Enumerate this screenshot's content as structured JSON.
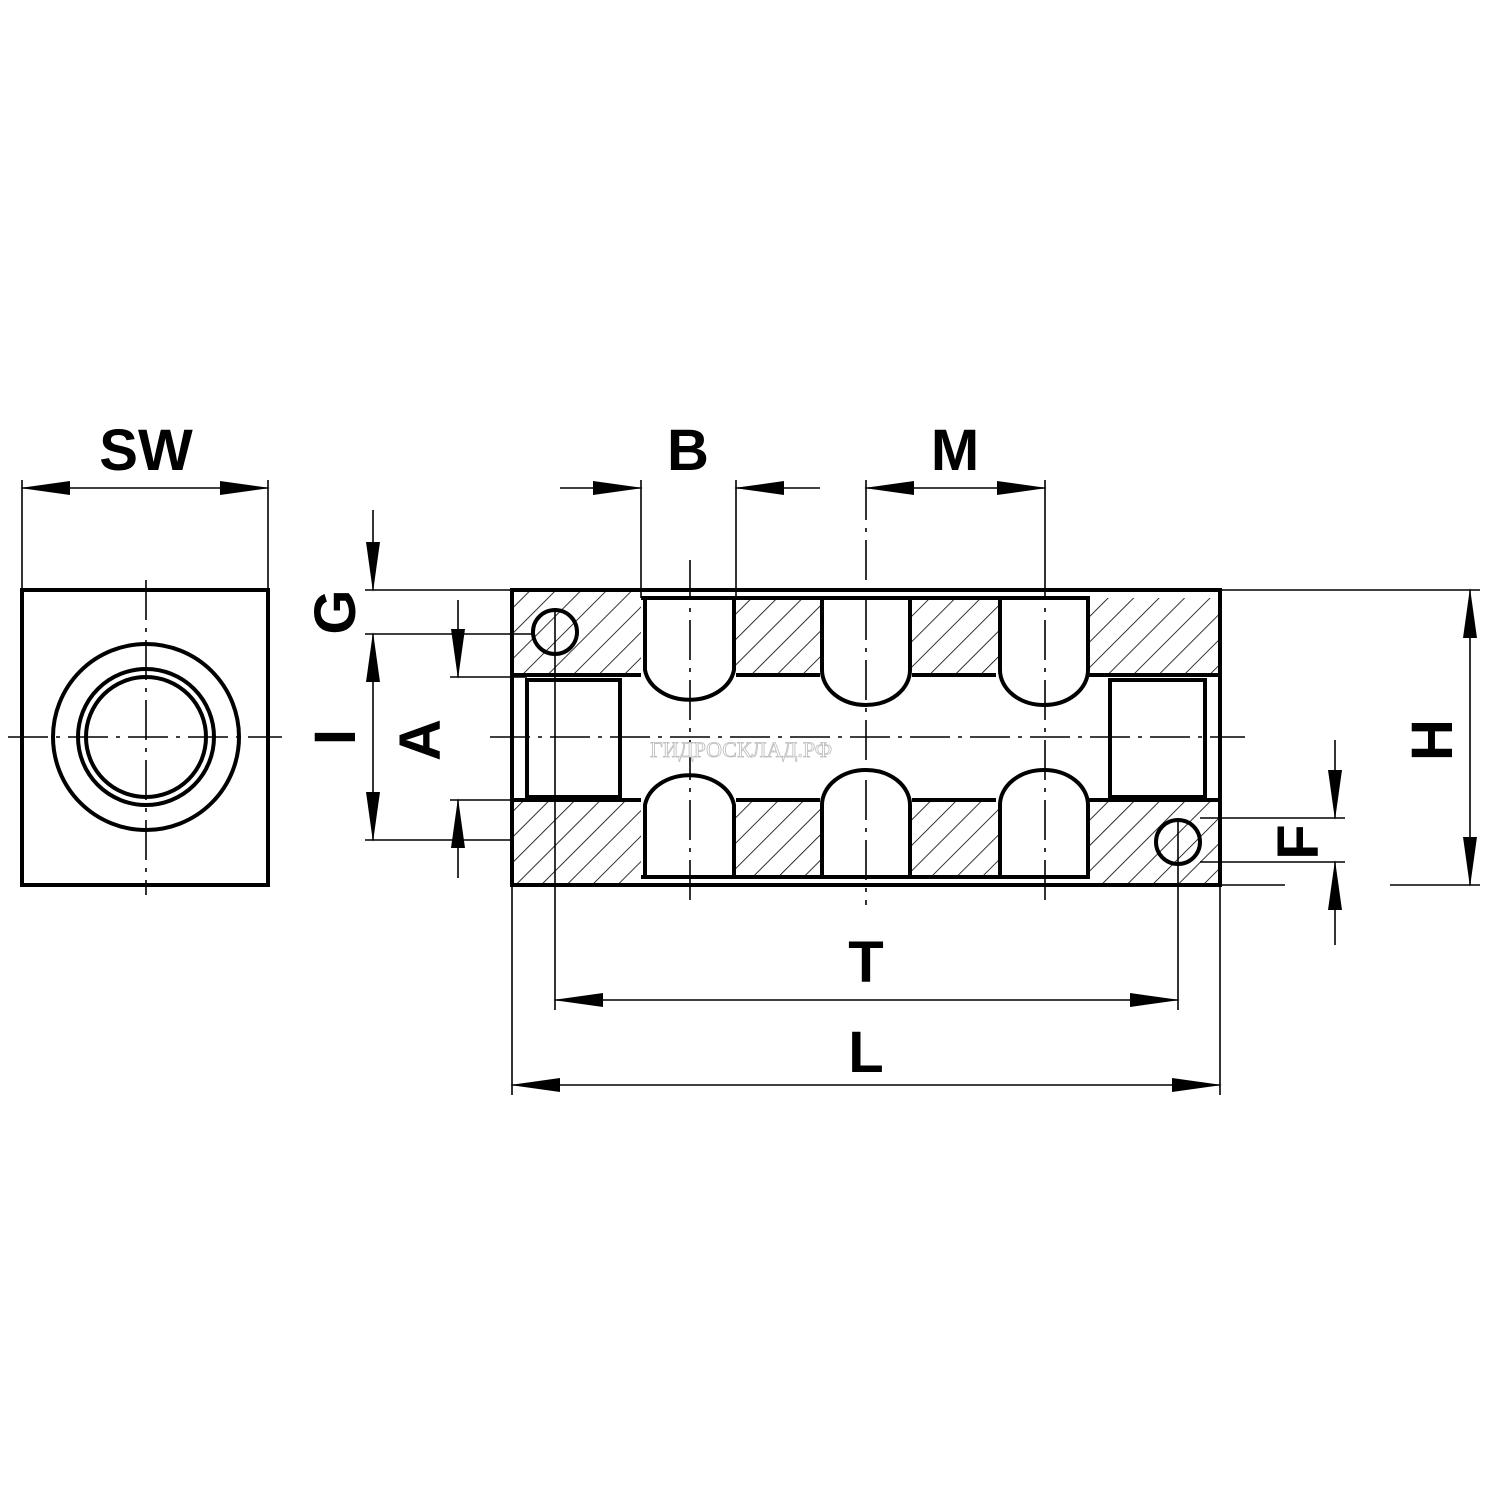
{
  "drawing": {
    "title": "Manifold block section drawing",
    "labels": {
      "sw": "SW",
      "b": "B",
      "m": "M",
      "g": "G",
      "i": "I",
      "a": "A",
      "h": "H",
      "f": "F",
      "t": "T",
      "l": "L"
    },
    "watermark": "ГИДРОСКЛАД.РФ",
    "colors": {
      "line": "#000000",
      "background": "#ffffff"
    }
  }
}
